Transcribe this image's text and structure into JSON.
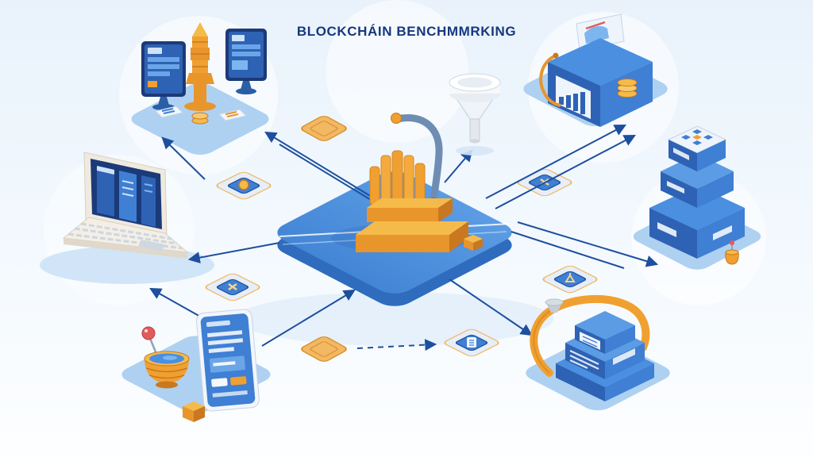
{
  "title": "BLOCKCHÁIN BENCHMMRKING",
  "diagram": {
    "type": "isometric-infographic",
    "subject": "blockchain benchmarking workflow",
    "colors": {
      "background_top": "#e9f2fb",
      "background_bottom": "#fdfeff",
      "platform_blue": "#aed1f2",
      "primary_blue": "#3f7fd4",
      "deep_blue": "#2e62b4",
      "navy_title": "#16387f",
      "arrow_navy": "#1d4f9e",
      "accent_orange": "#f0a030",
      "gold": "#f5bb4a",
      "white": "#ffffff",
      "red": "#e25b5b"
    },
    "nodes": [
      {
        "id": "monitor-workstation",
        "position": "top-left",
        "description": "Two monitors flanking a golden tower, with chips and coins"
      },
      {
        "id": "laptop",
        "position": "middle-left",
        "description": "Open laptop showing a blue dashboard"
      },
      {
        "id": "smartphone-station",
        "position": "bottom-left",
        "description": "Smartphone beside a golden bowl with a red lollipop and a gold cube"
      },
      {
        "id": "central-rig-platform",
        "position": "center",
        "description": "Large blue platform carrying an orange benchmarking rig with a gray arm"
      },
      {
        "id": "funnel",
        "position": "top-center",
        "description": "White funnel above the platform"
      },
      {
        "id": "analytics-machine",
        "position": "top-right",
        "description": "Blue machine with bar-chart panel, display screen and gold coins"
      },
      {
        "id": "server-stack",
        "position": "middle-right",
        "description": "Stacked blue blocks topped with a white chip board and a small gold pot"
      },
      {
        "id": "pipe-server",
        "position": "bottom-right",
        "description": "Blue server slabs wrapped by an orange pipe"
      }
    ],
    "chips": [
      {
        "id": "chip-coin",
        "glyph": "coin",
        "position": "upper-left-of-center"
      },
      {
        "id": "chip-cross-left",
        "glyph": "cross",
        "position": "lower-left-of-center"
      },
      {
        "id": "chip-cross-right",
        "glyph": "cross",
        "position": "upper-right-of-center"
      },
      {
        "id": "chip-flask",
        "glyph": "flask",
        "position": "right-of-center"
      },
      {
        "id": "chip-list",
        "glyph": "list",
        "position": "lower-right-of-center"
      },
      {
        "id": "pad-orange-top",
        "glyph": "pad",
        "position": "above-center-left"
      },
      {
        "id": "pad-orange-bottom",
        "glyph": "pad",
        "position": "below-center-left"
      }
    ],
    "connectors": [
      {
        "from": "central-rig-platform",
        "to": "monitor-workstation",
        "style": "double-line-arrow"
      },
      {
        "from": "laptop",
        "to": "monitor-workstation",
        "style": "arrow"
      },
      {
        "from": "central-rig-platform",
        "to": "laptop",
        "style": "arrow"
      },
      {
        "from": "smartphone-station",
        "to": "laptop",
        "style": "arrow"
      },
      {
        "from": "smartphone-station",
        "to": "central-rig-platform",
        "style": "arrow"
      },
      {
        "from": "central-rig-platform",
        "to": "funnel",
        "style": "arrow"
      },
      {
        "from": "central-rig-platform",
        "to": "analytics-machine",
        "style": "double-line-arrow"
      },
      {
        "from": "central-rig-platform",
        "to": "server-stack",
        "style": "double-line-arrow"
      },
      {
        "from": "central-rig-platform",
        "to": "pipe-server",
        "style": "arrow"
      },
      {
        "from": "pad-orange-bottom",
        "to": "chip-list",
        "style": "dashed-arrow"
      }
    ]
  }
}
